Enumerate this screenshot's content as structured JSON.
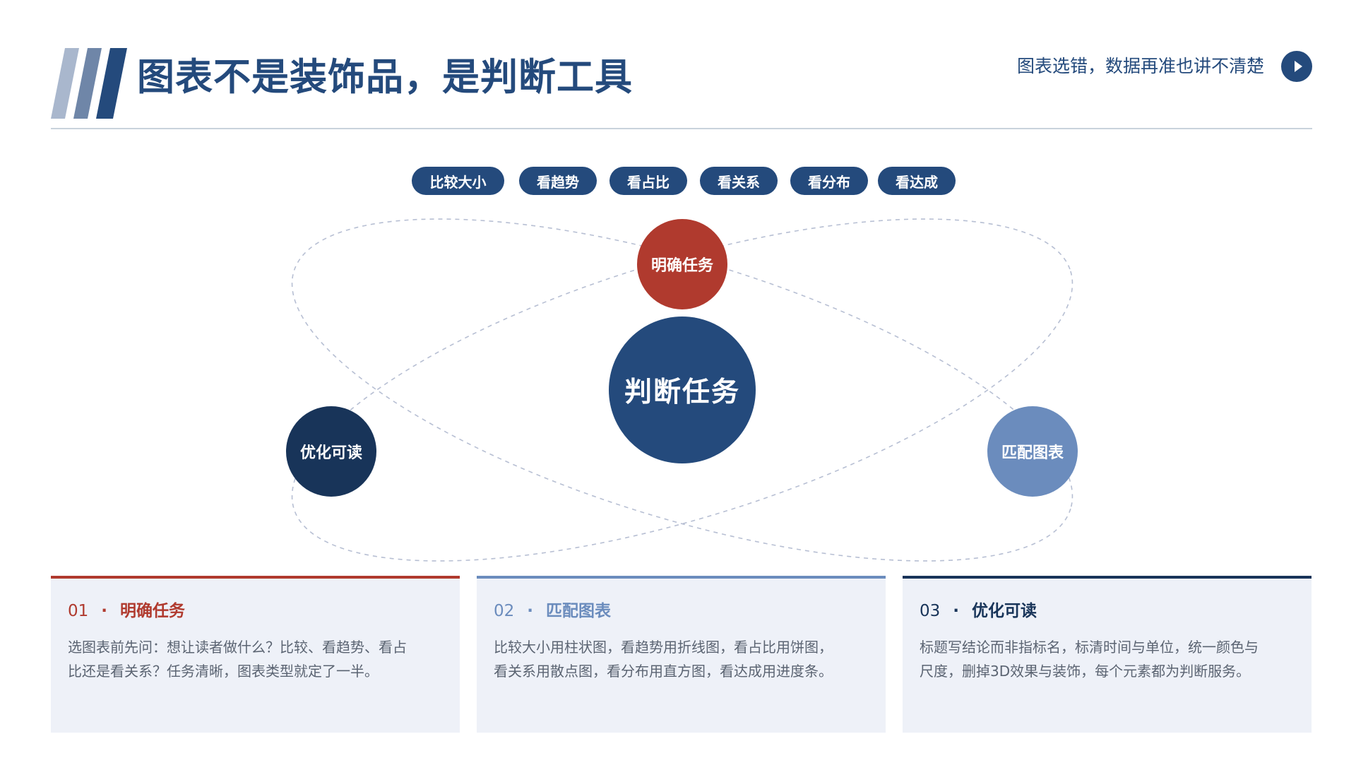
{
  "header": {
    "title": "图表不是装饰品，是判断工具",
    "subtitle": "图表选错，数据再准也讲不清楚"
  },
  "pills": [
    "比较大小",
    "看趋势",
    "看占比",
    "看关系",
    "看分布",
    "看达成"
  ],
  "diagram": {
    "center": "判断任务",
    "top": "明确任务",
    "left": "优化可读",
    "right": "匹配图表"
  },
  "cards": [
    {
      "num": "01",
      "dot": "·",
      "title": "明确任务",
      "line1": "选图表前先问：想让读者做什么？比较、看趋势、看占",
      "line2": "比还是看关系？任务清晰，图表类型就定了一半。"
    },
    {
      "num": "02",
      "dot": "·",
      "title": "匹配图表",
      "line1": "比较大小用柱状图，看趋势用折线图，看占比用饼图，",
      "line2": "看关系用散点图，看分布用直方图，看达成用进度条。"
    },
    {
      "num": "03",
      "dot": "·",
      "title": "优化可读",
      "line1": "标题写结论而非指标名，标清时间与单位，统一颜色与",
      "line2": "尺度，删掉3D效果与装饰，每个元素都为判断服务。"
    }
  ],
  "colors": {
    "primary": "#244a7c",
    "accent_red": "#b03a2e",
    "dark_navy": "#183459",
    "light_blue": "#6b8cbd",
    "card_bg": "#eef1f8"
  }
}
